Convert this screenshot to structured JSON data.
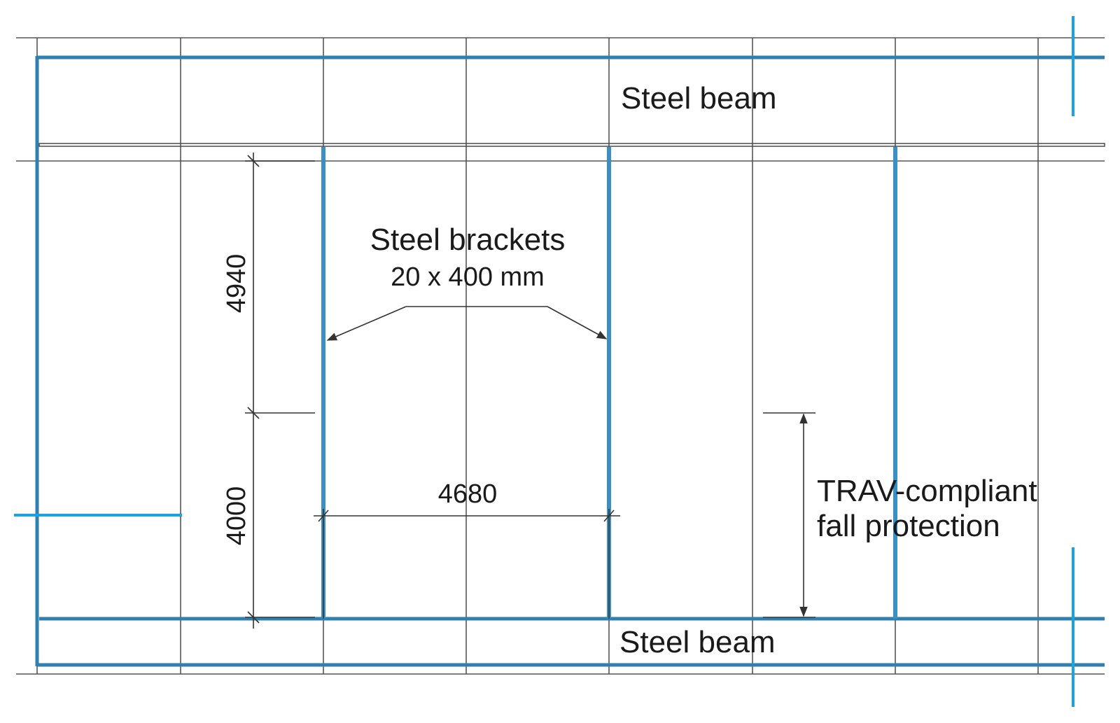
{
  "labels": {
    "steel_beam_top": "Steel beam",
    "steel_beam_bottom": "Steel beam",
    "brackets_title": "Steel brackets",
    "brackets_size": "20 x 400 mm",
    "fall_protection_line1": "TRAV-compliant",
    "fall_protection_line2": "fall protection"
  },
  "dimensions": {
    "upper_vertical": "4940",
    "lower_vertical": "4000",
    "bracket_spacing": "4680"
  },
  "colors": {
    "grid": "#444444",
    "beam_outline": "#2f7fb0",
    "bracket": "#3a8fc4",
    "reference_line_start": "#e0201c",
    "reference_line_end": "#ee7a4a",
    "axis_marker": "#1aa3e0",
    "dimension": "#333333",
    "text": "#1a1a1a"
  }
}
